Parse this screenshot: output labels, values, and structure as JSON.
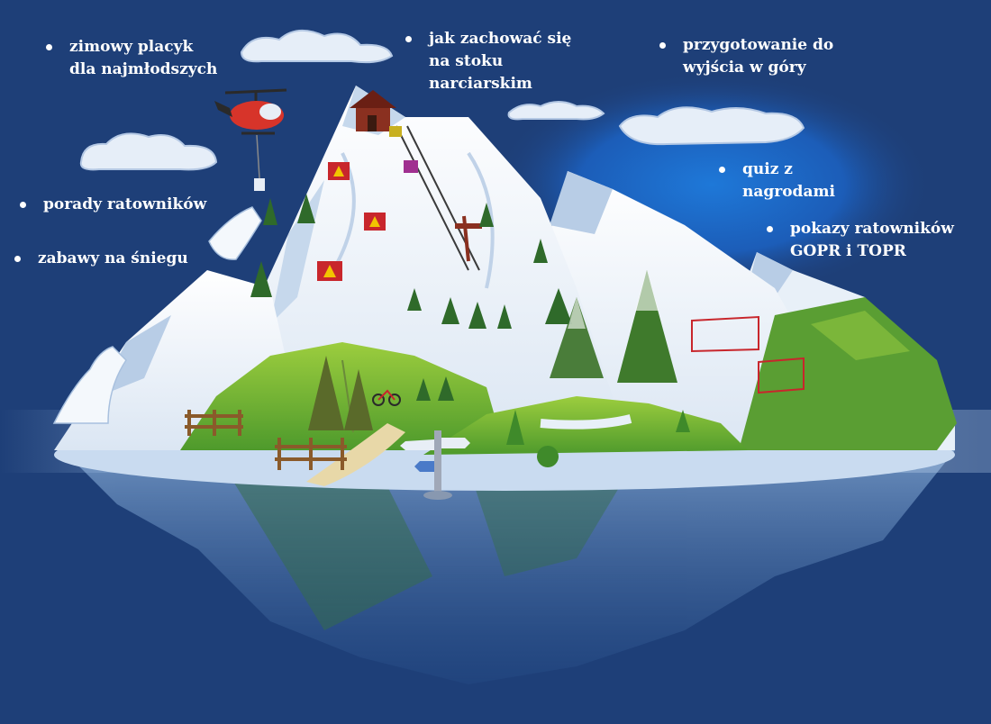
{
  "colors": {
    "background": "#1e3f78",
    "glow": "#1e6fd0",
    "snow": "#f2f6fb",
    "snow_shadow": "#b8cde6",
    "grass": "#7bb63a",
    "grass_dark": "#3f8a2a",
    "tree": "#3f7a2c",
    "text": "#ffffff",
    "sign_red": "#c8262c",
    "helicopter_red": "#d7342a"
  },
  "icons": [
    "helicopter-icon",
    "cable-car-icon",
    "ski-hut-icon",
    "warning-sign-icon",
    "signpost-icon",
    "fence-icon",
    "tree-icon",
    "cloud-icon",
    "cyclist-icon"
  ],
  "menu": {
    "items": [
      {
        "lines": [
          "zimowy placyk",
          "dla najmłodszych"
        ]
      },
      {
        "lines": [
          "jak zachować się",
          "na stoku",
          "narciarskim"
        ]
      },
      {
        "lines": [
          "przygotowanie do",
          "wyjścia w góry"
        ]
      },
      {
        "lines": [
          "porady ratowników"
        ]
      },
      {
        "lines": [
          "zabawy na śniegu"
        ]
      },
      {
        "lines": [
          "quiz z",
          "nagrodami"
        ]
      },
      {
        "lines": [
          "pokazy ratowników",
          "GOPR i TOPR"
        ]
      }
    ]
  }
}
